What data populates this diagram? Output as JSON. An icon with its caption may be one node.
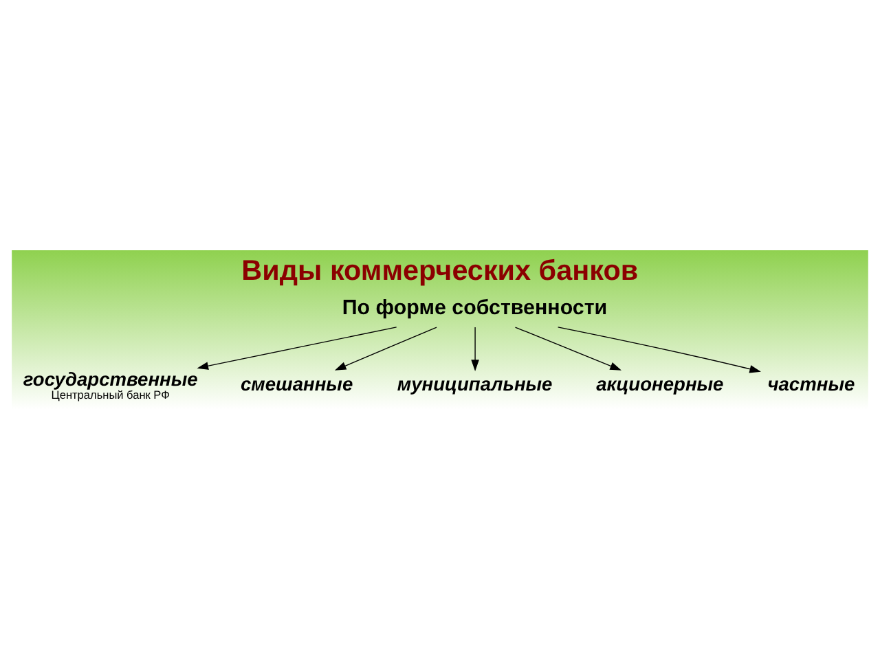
{
  "diagram": {
    "title": "Виды коммерческих банков",
    "nodes": [
      {
        "text": [
          "По форме собственности"
        ]
      },
      {
        "text": [
          "государственные"
        ],
        "beside": [
          "Центральный банк РФ"
        ]
      },
      {
        "text": [
          "смешанные"
        ]
      },
      {
        "text": [
          "муниципальные"
        ]
      },
      {
        "text": [
          "акционерные"
        ]
      },
      {
        "text": [
          "частные"
        ]
      }
    ],
    "edges": [
      {
        "from": 0,
        "to": 1,
        "arrow": "to"
      },
      {
        "from": 0,
        "to": 3,
        "arrow": "to"
      },
      {
        "from": 0,
        "to": 5,
        "arrow": "to"
      },
      {
        "from": 0,
        "to": 4,
        "arrow": "to"
      },
      {
        "from": 0,
        "to": 2,
        "arrow": "to"
      }
    ]
  }
}
